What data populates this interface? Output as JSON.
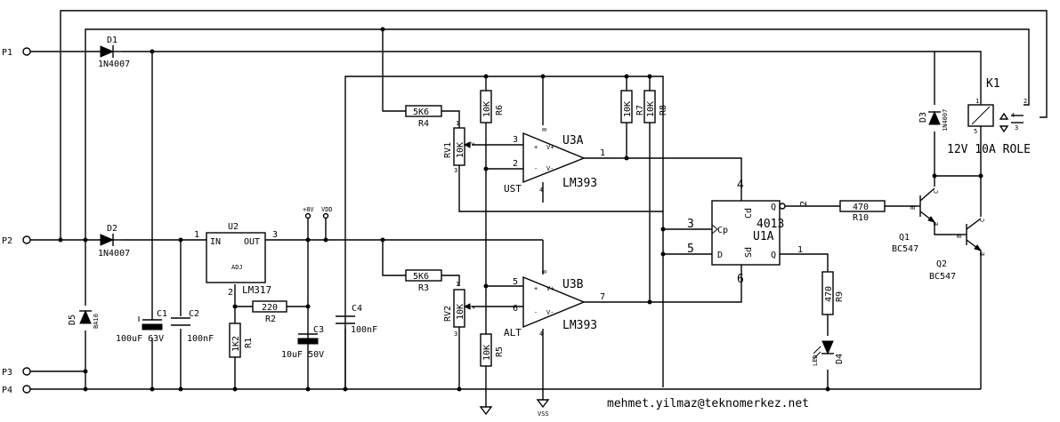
{
  "terminals": {
    "p1": "P1",
    "p2": "P2",
    "p3": "P3",
    "p4": "P4"
  },
  "diodes": {
    "d1": {
      "ref": "D1",
      "value": "1N4007"
    },
    "d2": {
      "ref": "D2",
      "value": "1N4007"
    },
    "d3": {
      "ref": "D3",
      "value": "1N4007"
    },
    "d5": {
      "ref": "D5",
      "value": "BA10"
    }
  },
  "capacitors": {
    "c1": {
      "ref": "C1",
      "value": "100uF 63V"
    },
    "c2": {
      "ref": "C2",
      "value": "100nF"
    },
    "c3": {
      "ref": "C3",
      "value": "10uF 50V"
    },
    "c4": {
      "ref": "C4",
      "value": "100nF"
    }
  },
  "regulator": {
    "ref": "U2",
    "value": "LM317",
    "pin_in": "IN",
    "pin_out": "OUT",
    "pin_adj": "ADJ",
    "num_in": "1",
    "num_out": "3",
    "num_adj": "2"
  },
  "resistors": {
    "r1": {
      "ref": "R1",
      "value": "1K2"
    },
    "r2": {
      "ref": "R2",
      "value": "220"
    },
    "r3": {
      "ref": "R3",
      "value": "5K6"
    },
    "r4": {
      "ref": "R4",
      "value": "5K6"
    },
    "r5": {
      "ref": "R5",
      "value": "10K"
    },
    "r6": {
      "ref": "R6",
      "value": "10K"
    },
    "r7": {
      "ref": "R7",
      "value": "10K"
    },
    "r8": {
      "ref": "R8",
      "value": "10K"
    },
    "r9": {
      "ref": "R9",
      "value": "470"
    },
    "r10": {
      "ref": "R10",
      "value": "470"
    }
  },
  "pots": {
    "rv1": {
      "ref": "RV1",
      "value": "10K",
      "p1": "1",
      "p2": "2",
      "p3": "3"
    },
    "rv2": {
      "ref": "RV2",
      "value": "10K",
      "p1": "1",
      "p2": "2",
      "p3": "3"
    }
  },
  "power_labels": {
    "plus8v": "+8V",
    "vdd": "VDD",
    "vss": "VSS"
  },
  "comparators": {
    "u3a": {
      "ref": "U3A",
      "value": "LM393",
      "name": "UST",
      "pin_plus": "3",
      "pin_minus": "2",
      "pin_out": "1",
      "pin_vp": "8",
      "pin_gnd": "4"
    },
    "u3b": {
      "ref": "U3B",
      "value": "LM393",
      "name": "ALT",
      "pin_plus": "5",
      "pin_minus": "6",
      "pin_out": "7",
      "pin_vp": "8",
      "pin_gnd": "4"
    }
  },
  "flipflop": {
    "ref": "U1A",
    "value": "4013",
    "cd": "Cd",
    "sd": "Sd",
    "cp": "Cp",
    "d": "D",
    "q": "Q",
    "qbar": "Q",
    "pin_cp": "3",
    "pin_d": "5",
    "pin_q": "1",
    "pin_qbar": "2",
    "pin_cd": "4",
    "pin_sd": "6"
  },
  "transistors": {
    "q1": {
      "ref": "Q1",
      "value": "BC547"
    },
    "q2": {
      "ref": "Q2",
      "value": "BC547"
    }
  },
  "led": {
    "ref": "D4",
    "value": "LED"
  },
  "relay": {
    "ref": "K1",
    "value": "12V  10A ROLE",
    "pins": [
      "1",
      "2",
      "3",
      "4",
      "5"
    ]
  },
  "footer": {
    "email": "mehmet.yilmaz@teknomerkez.net"
  }
}
